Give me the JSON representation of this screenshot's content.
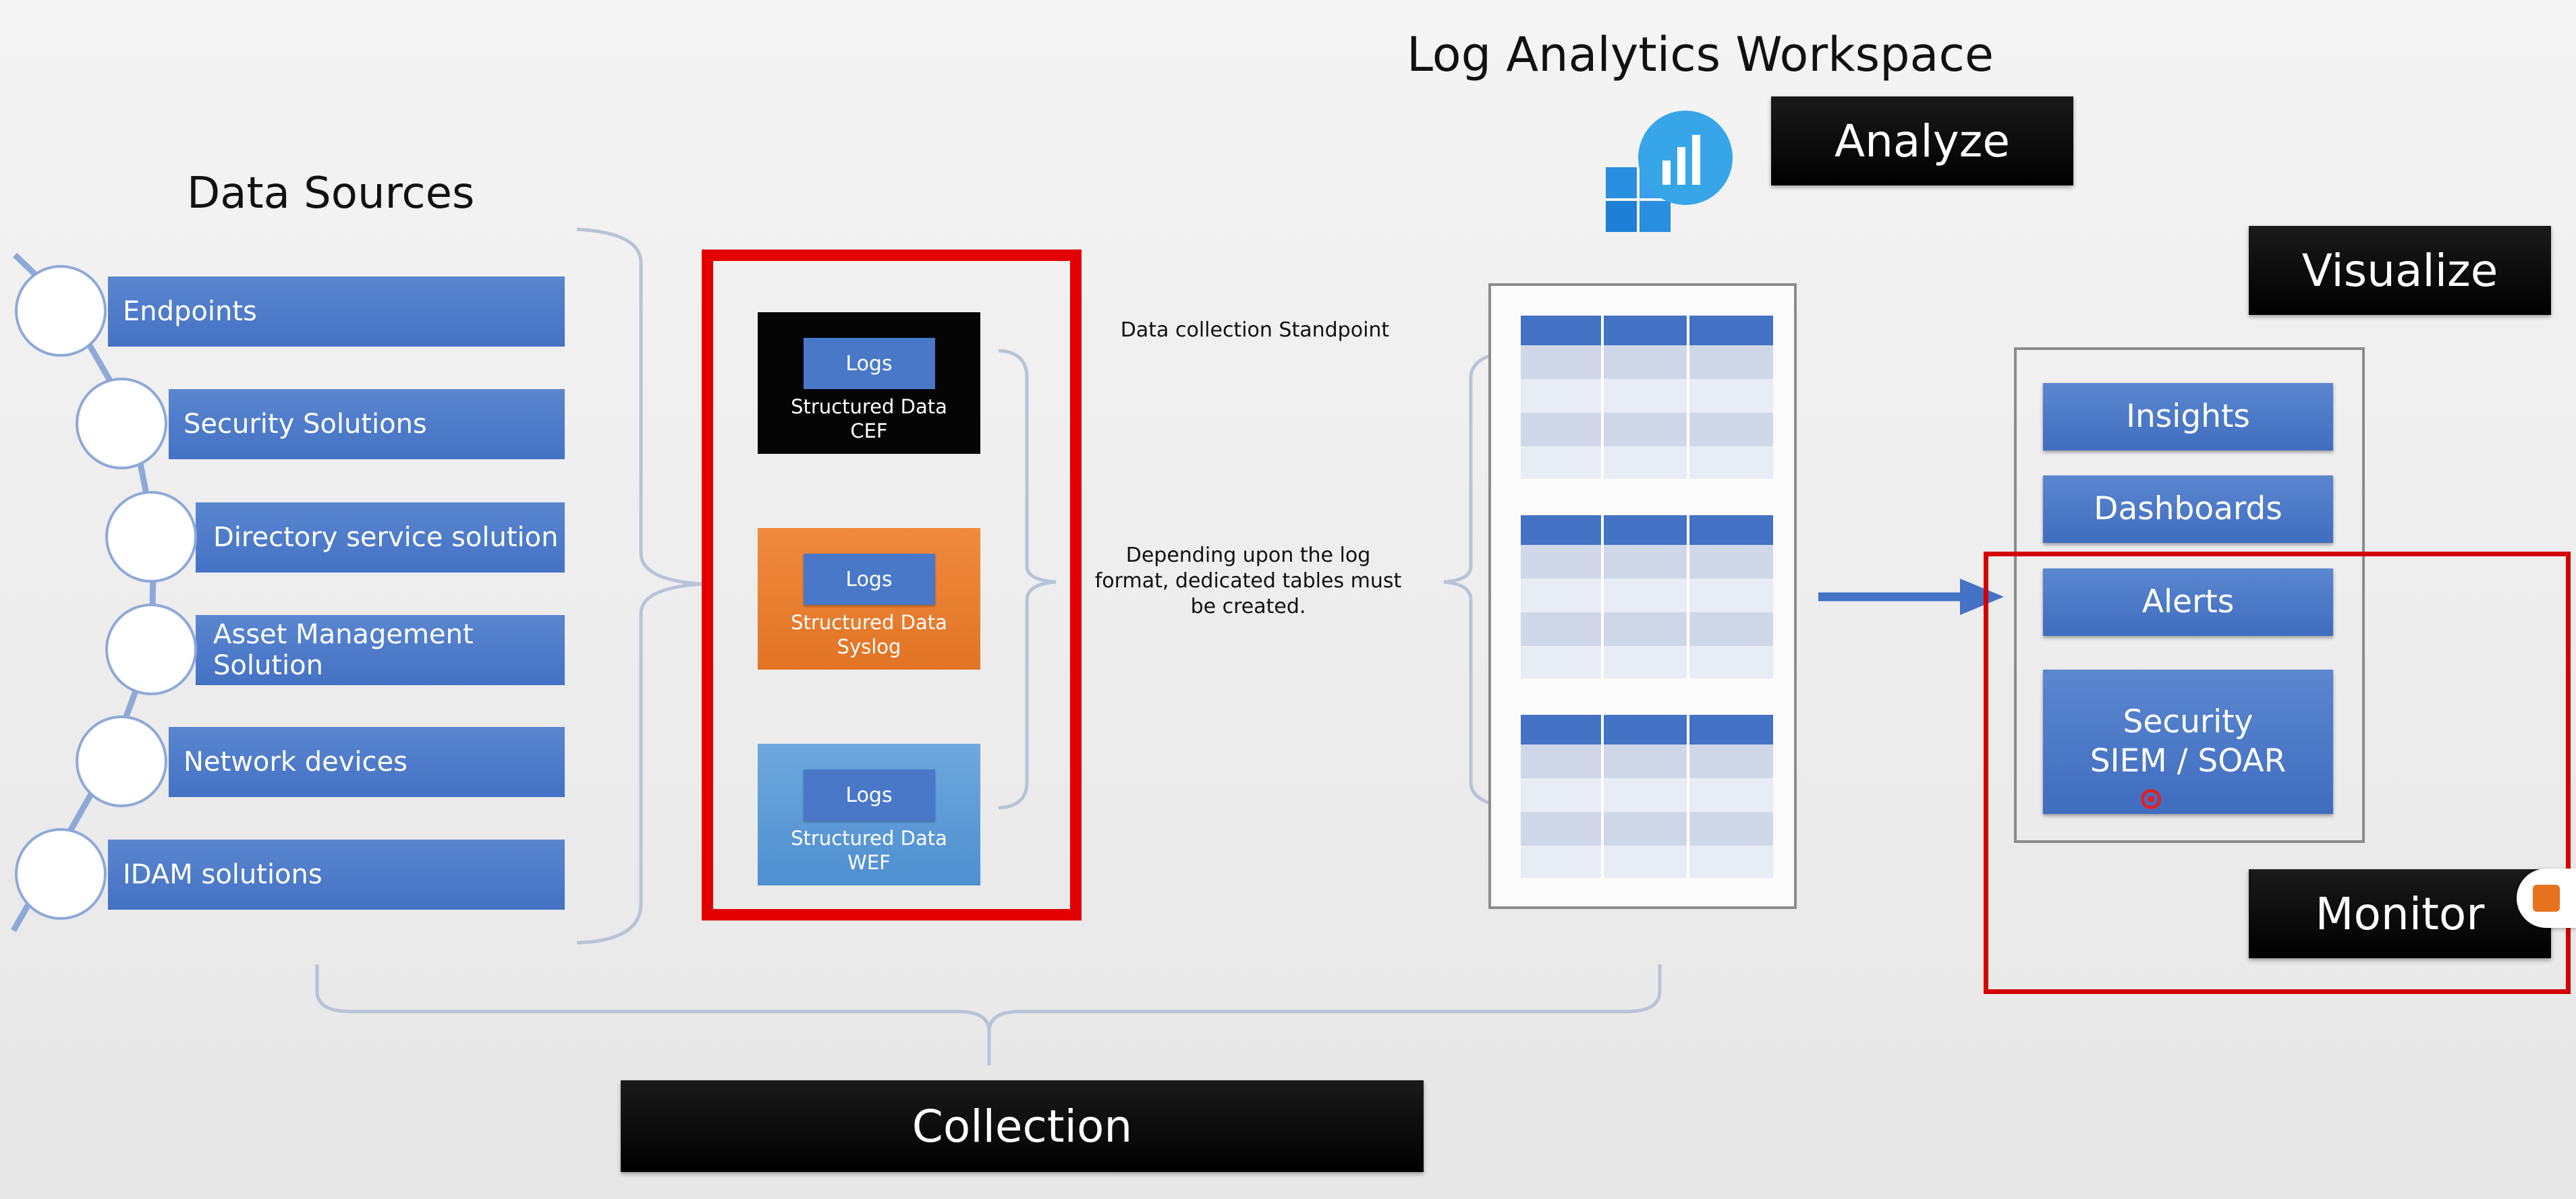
{
  "titles": {
    "data_sources": "Data Sources",
    "workspace": "Log Analytics Workspace"
  },
  "data_sources": [
    "Endpoints",
    "Security Solutions",
    "Directory service solution",
    "Asset Management Solution",
    "Network devices",
    "IDAM solutions"
  ],
  "log_cards": [
    {
      "button": "Logs",
      "line1": "Structured Data",
      "line2": "CEF",
      "color": "#050505"
    },
    {
      "button": "Logs",
      "line1": "Structured Data",
      "line2": "Syslog",
      "color": "#ed7d31"
    },
    {
      "button": "Logs",
      "line1": "Structured Data",
      "line2": "WEF",
      "color": "#5b9bd5"
    }
  ],
  "notes": {
    "standpoint": "Data collection Standpoint",
    "tables_line1": "Depending upon the log",
    "tables_line2": "format, dedicated tables must",
    "tables_line3": "be created."
  },
  "labels": {
    "analyze": "Analyze",
    "visualize": "Visualize",
    "monitor": "Monitor",
    "collection": "Collection"
  },
  "visualize_items": {
    "insights": "Insights",
    "dashboards": "Dashboards",
    "alerts": "Alerts",
    "security_line1": "Security",
    "security_line2": "SIEM / SOAR"
  },
  "icons": {
    "log_analytics": "log-analytics-icon"
  },
  "colors": {
    "accent_blue": "#4472c4",
    "highlight_red": "#e30000",
    "black": "#000000"
  }
}
